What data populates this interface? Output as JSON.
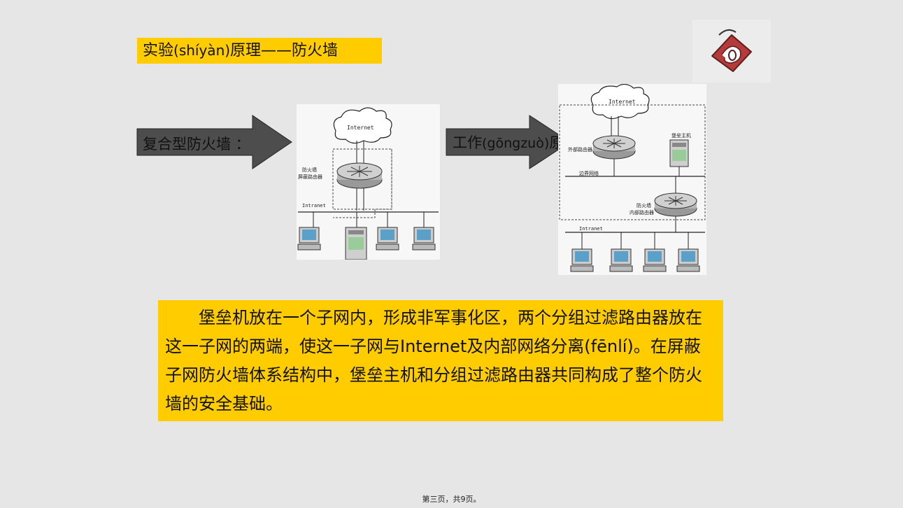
{
  "slide": {
    "title": {
      "main": "实验",
      "pinyin": "(shíyàn)",
      "rest": "原理——防火墙"
    },
    "arrow1": {
      "label": "复合型防火墙 ："
    },
    "arrow2": {
      "label_pre": "工作",
      "label_pinyin": "(gōngzuò)",
      "label_post": "原理 ："
    },
    "diagram1": {
      "internet": "Internet",
      "router_label_line1": "防火墙",
      "router_label_line2": "屏蔽路由器",
      "lan": "Intranet"
    },
    "diagram2": {
      "internet": "Internet",
      "outer_router": "外部路由器",
      "bastion_host": "堡垒主机",
      "perimeter_net": "边界网络",
      "inner_router_line1": "防火墙",
      "inner_router_line2": "内部路由器",
      "lan": "Intranet"
    },
    "description": "堡垒机放在一个子网内，形成非军事化区，两个分组过滤路由器放在这一子网的两端，使这一子网与Internet及内部网络分离(fēnlí)。在屏蔽子网防火墙体系结构中，堡垒主机和分组过滤路由器共同构成了整个防火墙的安全基础。",
    "footer": "第三页，共9页。"
  },
  "colors": {
    "highlight": "#ffcc00",
    "arrow": "#4d4d4d",
    "background": "#e6e6e6",
    "logo_red": "#b53a3a"
  },
  "icons": [
    "logo-icon",
    "cloud-icon",
    "router-icon",
    "computer-icon",
    "server-icon"
  ]
}
